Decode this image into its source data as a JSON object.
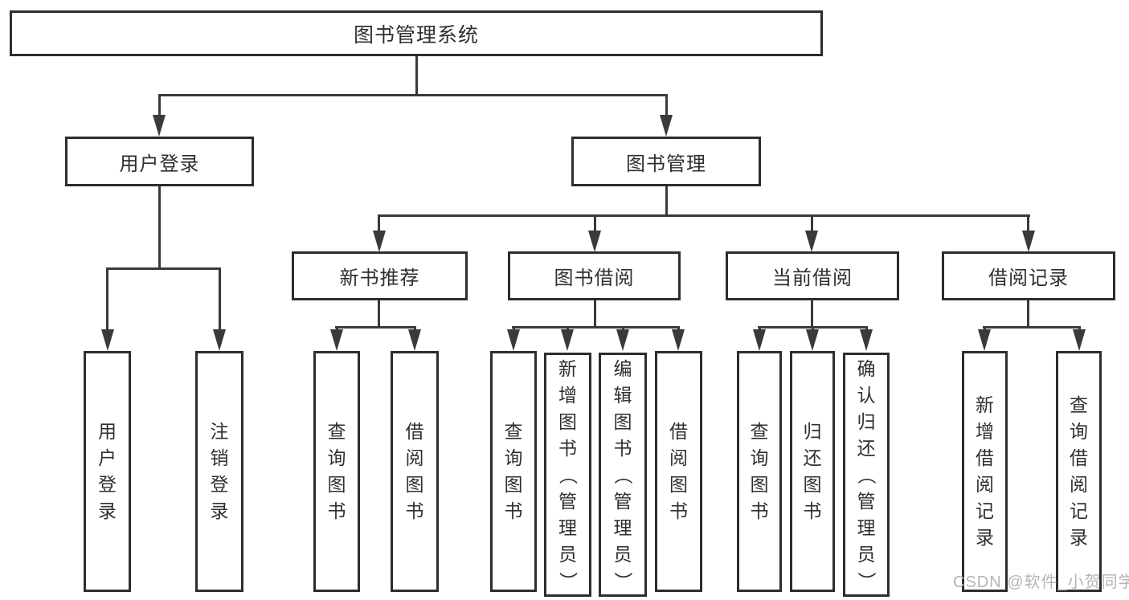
{
  "diagram": {
    "title": "图书管理系统",
    "branches": [
      {
        "label": "用户登录",
        "children": [
          {
            "label": "用户登录"
          },
          {
            "label": "注销登录"
          }
        ]
      },
      {
        "label": "图书管理",
        "children": [
          {
            "label": "新书推荐",
            "children": [
              {
                "label": "查询图书"
              },
              {
                "label": "借阅图书"
              }
            ]
          },
          {
            "label": "图书借阅",
            "children": [
              {
                "label": "查询图书"
              },
              {
                "label": "新增图书（管理员）"
              },
              {
                "label": "编辑图书（管理员）"
              },
              {
                "label": "借阅图书"
              }
            ]
          },
          {
            "label": "当前借阅",
            "children": [
              {
                "label": "查询图书"
              },
              {
                "label": "归还图书"
              },
              {
                "label": "确认归还（管理员）"
              }
            ]
          },
          {
            "label": "借阅记录",
            "children": [
              {
                "label": "新增借阅记录"
              },
              {
                "label": "查询借阅记录"
              }
            ]
          }
        ]
      }
    ]
  },
  "watermark": {
    "text": "CSDN @软件_小贺同学"
  },
  "colors": {
    "line": "#3a3a3a",
    "box_border": "#2d2d2d",
    "text": "#2f2f2f",
    "watermark": "#b5b5b5",
    "background": "#ffffff"
  }
}
